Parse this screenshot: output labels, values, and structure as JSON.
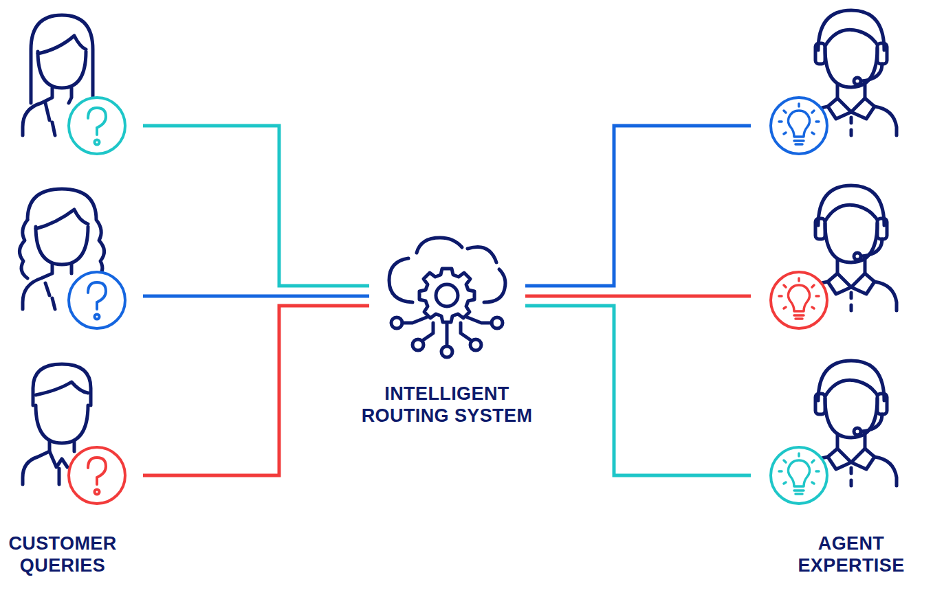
{
  "diagram": {
    "nodes": [
      {
        "text": [
          "INTELLIGENT ROUTING SYSTEM"
        ]
      }
    ],
    "labels": [
      "CUSTOMER QUERIES",
      "AGENT EXPERTISE"
    ]
  }
}
